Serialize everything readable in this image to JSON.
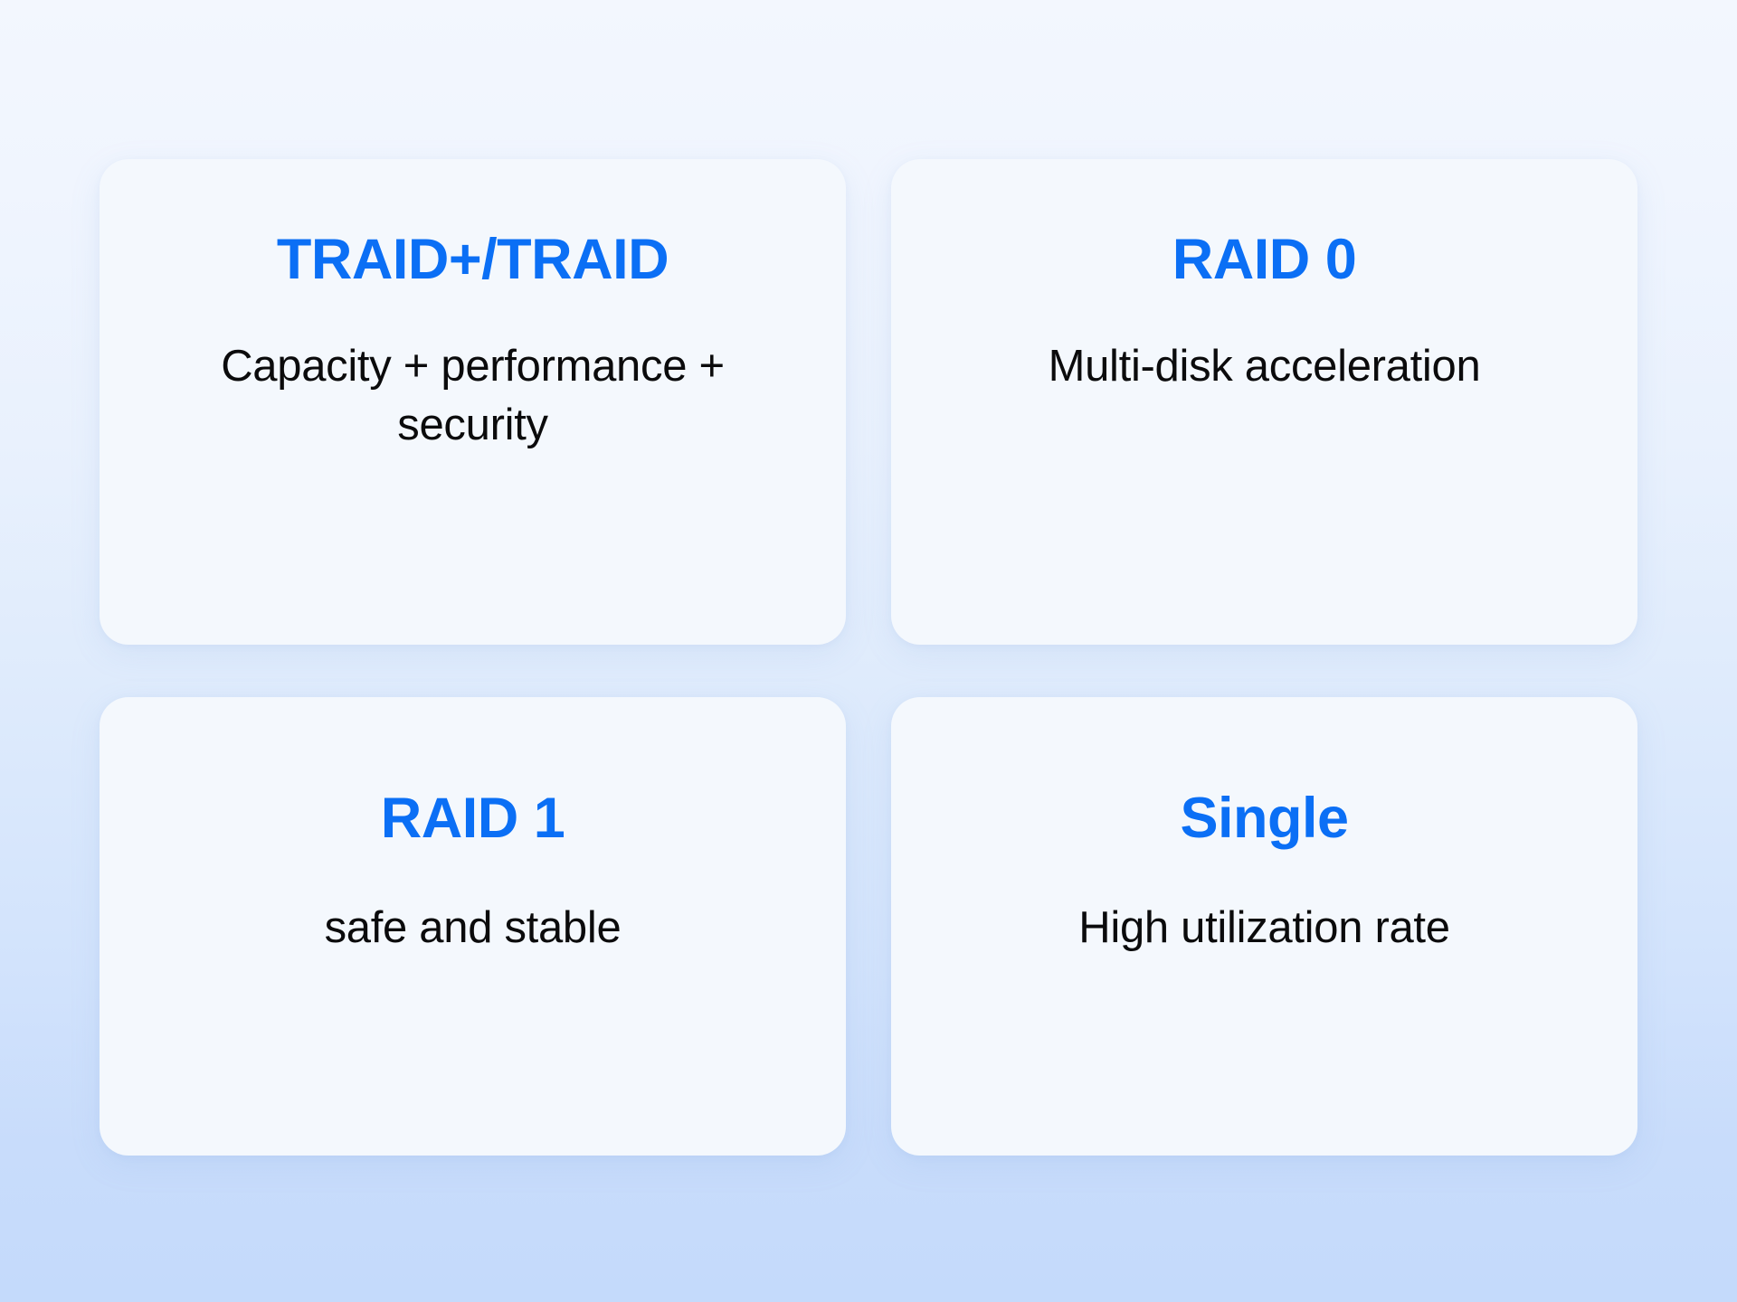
{
  "theme": {
    "accent_color": "#0b6ff5",
    "text_color": "#0b0b0c",
    "card_background": "#f4f8fd",
    "page_gradient_top": "#f3f7fe",
    "page_gradient_bottom": "#c4dafb"
  },
  "cards": [
    {
      "title": "TRAID+/TRAID",
      "subtitle": "Capacity + performance + security"
    },
    {
      "title": "RAID 0",
      "subtitle": "Multi-disk acceleration"
    },
    {
      "title": "RAID 1",
      "subtitle": "safe and stable"
    },
    {
      "title": "Single",
      "subtitle": "High utilization rate"
    }
  ]
}
